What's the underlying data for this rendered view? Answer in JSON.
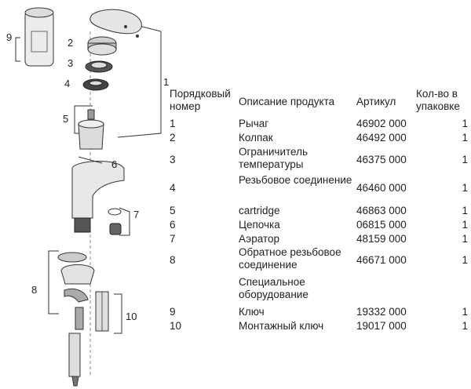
{
  "callouts": [
    "1",
    "2",
    "3",
    "4",
    "5",
    "6",
    "7",
    "8",
    "9",
    "10"
  ],
  "table": {
    "headers": {
      "number": "Порядковый номер",
      "description": "Описание продукта",
      "article": "Артикул",
      "quantity": "Кол-во в упаковке"
    },
    "rows": [
      {
        "number": "1",
        "description": "Рычаг",
        "article": "46902 000",
        "quantity": "1"
      },
      {
        "number": "2",
        "description": "Колпак",
        "article": "46492 000",
        "quantity": "1"
      },
      {
        "number": "3",
        "description": "Ограничитель температуры",
        "article": "46375 000",
        "quantity": "1"
      },
      {
        "number": "4",
        "description": "Резьбовое соединение",
        "article": "46460 000",
        "quantity": "1"
      },
      {
        "number": "5",
        "description": "cartridge",
        "article": "46863 000",
        "quantity": "1"
      },
      {
        "number": "6",
        "description": "Цепочка",
        "article": "06815 000",
        "quantity": "1"
      },
      {
        "number": "7",
        "description": "Аэратор",
        "article": "48159 000",
        "quantity": "1"
      },
      {
        "number": "8",
        "description": "Обратное резьбовое соединение",
        "article": "46671 000",
        "quantity": "1"
      },
      {
        "number": "",
        "description": "Специальное оборудование",
        "article": "",
        "quantity": ""
      },
      {
        "number": "9",
        "description": "Ключ",
        "article": "19332 000",
        "quantity": "1"
      },
      {
        "number": "10",
        "description": "Монтажный ключ",
        "article": "19017 000",
        "quantity": "1"
      }
    ]
  }
}
